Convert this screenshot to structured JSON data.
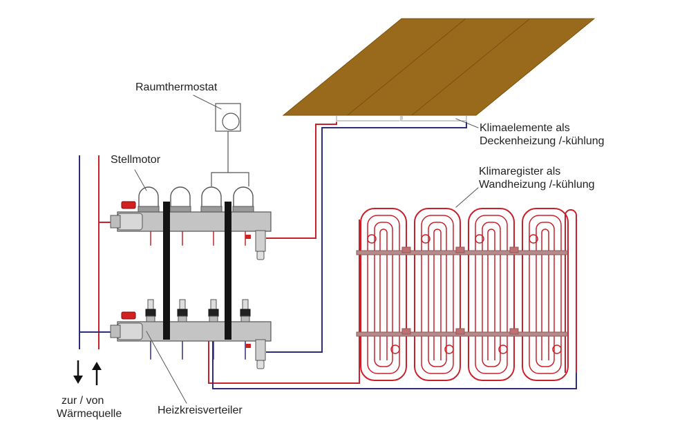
{
  "labels": {
    "raumthermostat": "Raumthermostat",
    "stellmotor": "Stellmotor",
    "klimaelemente_line1": "Klimaelemente als",
    "klimaelemente_line2": "Deckenheizung /-kühlung",
    "klimaregister_line1": "Klimaregister als",
    "klimaregister_line2": "Wandheizung /-kühlung",
    "source_line1": "zur / von",
    "source_line2": "Wärmequelle",
    "heizkreisverteiler": "Heizkreisverteiler"
  },
  "colors": {
    "supply": "#c8202a",
    "return": "#2c2c7a",
    "ceiling_panel": "#9a6a1c",
    "manifold": "#c4c4c4",
    "outline": "#555555",
    "valve_handle": "#d02020",
    "text": "#222222"
  },
  "counts": {
    "ceiling_panels": 3,
    "wall_register_loops": 4
  }
}
